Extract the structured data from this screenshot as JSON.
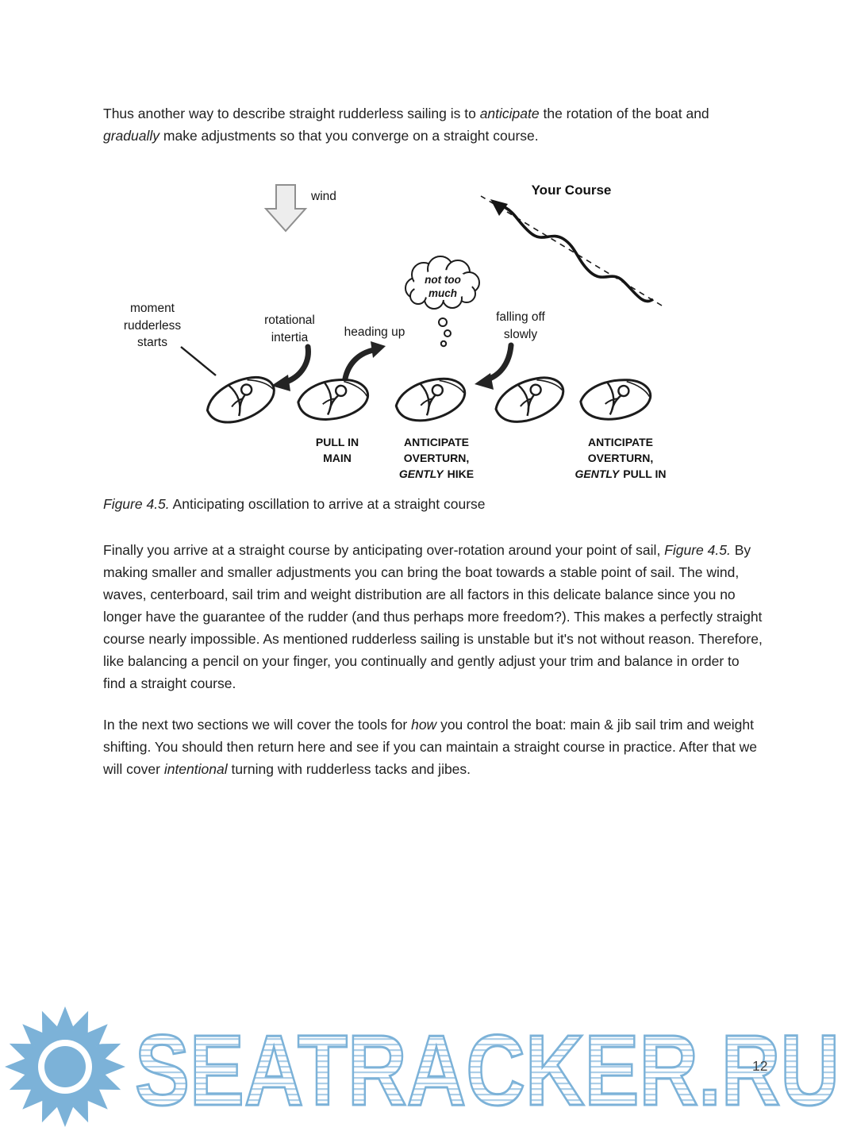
{
  "page": {
    "number": "12"
  },
  "paragraphs": {
    "p1": {
      "s1": "Thus another way to describe straight rudderless sailing is to ",
      "em1": "anticipate",
      "s2": " the rotation of the boat and ",
      "em2": "gradually",
      "s3": " make adjustments so that you converge on a straight course."
    },
    "p2": {
      "s1": "Finally you arrive at a straight course by anticipating over-rotation around your point of sail, ",
      "em1": "Figure 4.5.",
      "s2": " By making smaller and smaller adjustments you can bring the boat towards a stable point of sail. The wind, waves, centerboard, sail trim and weight distribution are all factors in this delicate balance since you no longer have the guarantee of the rudder (and thus perhaps more freedom?). This makes a perfectly straight course nearly impossible. As mentioned rudderless sailing is unstable but it's not without reason. Therefore, like balancing a pencil on your finger, you continually and gently adjust your trim and balance in order to find a straight course."
    },
    "p3": {
      "s1": "In the next two sections we will cover the tools for ",
      "em1": "how",
      "s2": " you control the boat: main & jib sail trim and weight shifting. You should then return here and see if you can maintain a straight course in practice. After that we will cover ",
      "em2": "intentional",
      "s3": " turning with rudderless tacks and jibes."
    }
  },
  "figure": {
    "caption": {
      "label": "Figure 4.5.",
      "text": " Anticipating oscillation to arrive at a straight course"
    },
    "wind_label": "wind",
    "course_label": "Your Course",
    "cloud": [
      "not too",
      "much"
    ],
    "moment_label": [
      "moment",
      "rudderless",
      "starts"
    ],
    "rotational_label": [
      "rotational",
      "intertia"
    ],
    "heading_up_label": "heading up",
    "falling_off_label": [
      "falling off",
      "slowly"
    ],
    "boat2_label": [
      "PULL IN",
      "MAIN"
    ],
    "boat3_label": [
      "ANTICIPATE",
      "OVERTURN,"
    ],
    "boat3_label_em": "GENTLY",
    "boat3_label_tail": "HIKE",
    "boat5_label": [
      "ANTICIPATE",
      "OVERTURN,"
    ],
    "boat5_label_em": "GENTLY",
    "boat5_label_tail": "PULL IN"
  },
  "watermark": {
    "text": "SEATRACKER.RU",
    "color": "#7cb2d8"
  }
}
